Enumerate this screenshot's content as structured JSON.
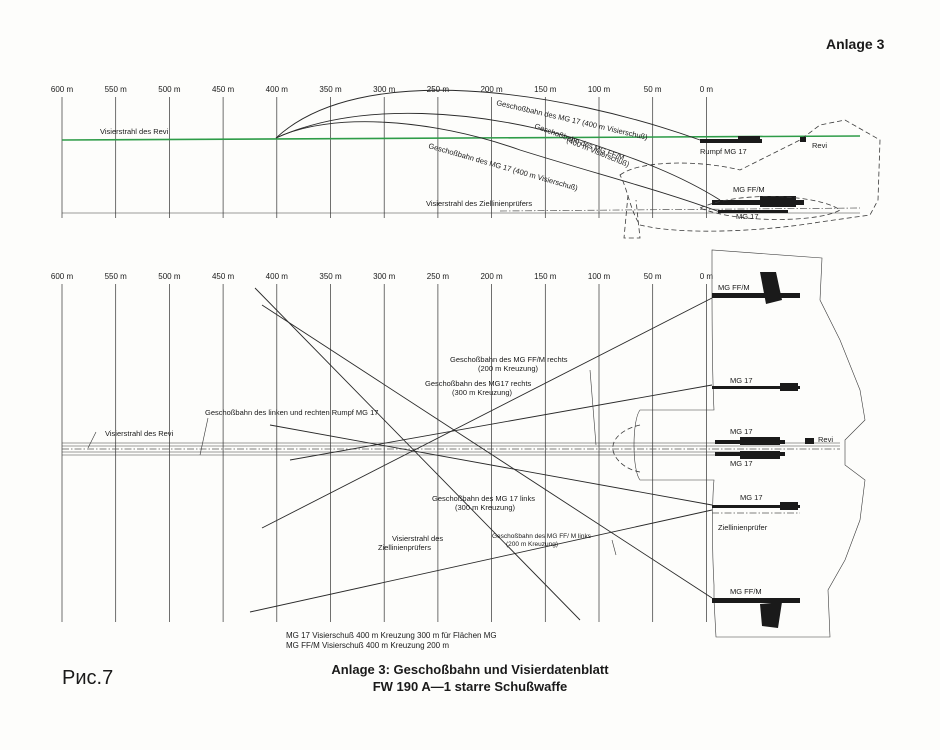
{
  "header": {
    "anlage": "Anlage 3"
  },
  "top": {
    "ticks": [
      "600 m",
      "550 m",
      "500 m",
      "450 m",
      "400 m",
      "350 m",
      "300 m",
      "250 m",
      "200 m",
      "150 m",
      "100 m",
      "50 m",
      "0 m"
    ],
    "visierstrahl_revi": "Visierstrahl des Revi",
    "bahn_mg17_400": "Geschoßbahn des MG 17 (400 m Visierschuß)",
    "bahn_mgff_400_a": "Geschoßbahn des MG FF/M",
    "bahn_mgff_400_b": "(400 m Visierschuß)",
    "bahn_mg17_400_lower": "Geschoßbahn des MG 17 (400 m Visierschuß)",
    "rumpf_mg17": "Rumpf MG 17",
    "revi": "Revi",
    "mgffm": "MG FF/M",
    "mg17": "MG 17",
    "visierstrahl_ziel": "Visierstrahl des Ziellinienprüfers",
    "line_color": "#2e9c48"
  },
  "bottom": {
    "ticks": [
      "600 m",
      "550 m",
      "500 m",
      "450 m",
      "400 m",
      "350 m",
      "300 m",
      "250 m",
      "200 m",
      "150 m",
      "100 m",
      "50 m",
      "0 m"
    ],
    "visierstrahl_revi": "Visierstrahl des Revi",
    "rumpf_bahn": "Geschoßbahn des linken und rechten Rumpf MG 17",
    "mgff_rechts_1": "Geschoßbahn des MG FF/M rechts",
    "mgff_rechts_2": "(200 m Kreuzung)",
    "mg17_rechts_1": "Geschoßbahn des MG17 rechts",
    "mg17_rechts_2": "(300 m Kreuzung)",
    "mg17_links_1": "Geschoßbahn des MG 17 links",
    "mg17_links_2": "(300 m Kreuzung)",
    "mgff_links_1": "Geschoßbahn des MG FF/ M links",
    "mgff_links_2": "(200 m Kreuzung)",
    "visierstrahl_ziel_1": "Visierstrahl des",
    "visierstrahl_ziel_2": "Ziellinienprüfers",
    "ziellinienpruefer": "Ziellinienprüfer",
    "revi": "Revi",
    "gun_mgffm": "MG FF/M",
    "gun_mg17": "MG 17"
  },
  "notes": {
    "line1": "MG 17 Visierschuß 400 m Kreuzung 300 m für Flächen MG",
    "line2": "MG FF/M Visierschuß 400 m Kreuzung 200 m"
  },
  "caption": {
    "line1": "Anlage 3: Geschoßbahn und Visierdatenblatt",
    "line2": "FW 190 A—1 starre Schußwaffe"
  },
  "figure_label": "Рис.7"
}
